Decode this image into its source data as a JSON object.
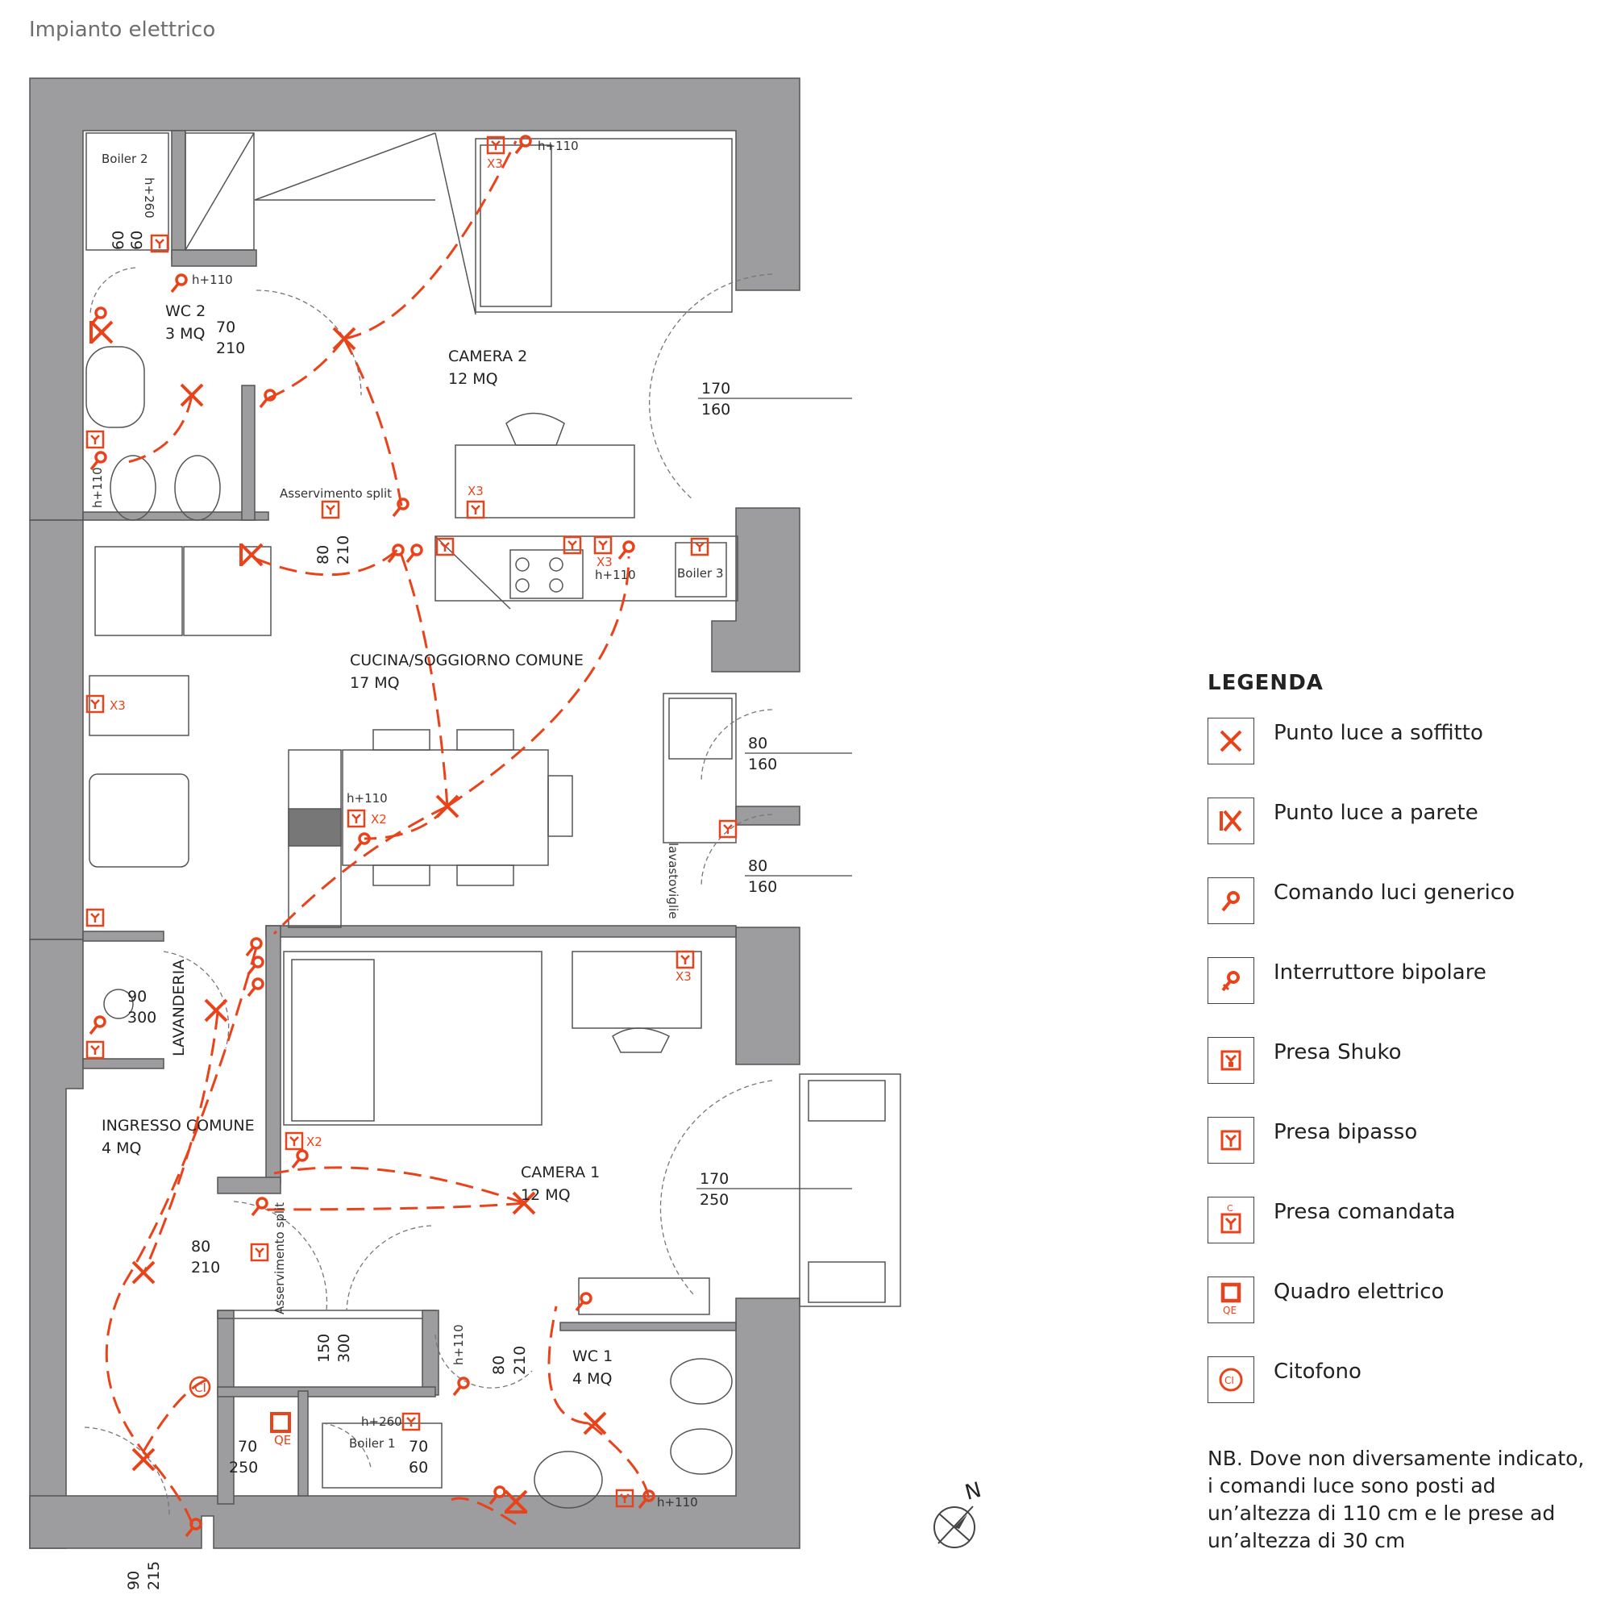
{
  "title": "Impianto elettrico",
  "rooms": {
    "wc2": {
      "name": "WC 2",
      "area": "3 MQ"
    },
    "camera2": {
      "name": "CAMERA 2",
      "area": "12 MQ"
    },
    "cucina": {
      "name": "CUCINA/SOGGIORNO COMUNE",
      "area": "17 MQ"
    },
    "lavanderia": {
      "name": "LAVANDERIA"
    },
    "ingresso": {
      "name": "INGRESSO COMUNE",
      "area": "4 MQ"
    },
    "camera1": {
      "name": "CAMERA 1",
      "area": "12 MQ"
    },
    "wc1": {
      "name": "WC 1",
      "area": "4 MQ"
    }
  },
  "fixtures": {
    "boiler1": "Boiler  1",
    "boiler2": "Boiler  2",
    "boiler3": "Boiler  3",
    "asservimento_top": "Asservimento split",
    "asservimento_bottom": "Asservimento split",
    "lavastoviglie": "lavastoviglie"
  },
  "heights": {
    "h110": "h+110",
    "h260": "h+260"
  },
  "multipliers": {
    "x2": "X2",
    "x3": "X3"
  },
  "door_dims": {
    "wc2_door": [
      "70",
      "210"
    ],
    "wc2_side": [
      "60",
      "60"
    ],
    "camera2_door": [
      "80",
      "210"
    ],
    "camera2_window": [
      "170",
      "160"
    ],
    "kitchen_window1": [
      "80",
      "160"
    ],
    "kitchen_window2": [
      "80",
      "160"
    ],
    "lavanderia_door": [
      "90",
      "300"
    ],
    "camera1_door": [
      "80",
      "210"
    ],
    "camera1_window": [
      "170",
      "250"
    ],
    "closet": [
      "150",
      "300"
    ],
    "wc1_door": [
      "80",
      "210"
    ],
    "entrance_inner": [
      "70",
      "250"
    ],
    "boiler1_door": [
      "70",
      "60"
    ],
    "entrance_door": [
      "90",
      "215"
    ]
  },
  "symbols": {
    "qe": "QE",
    "ci": "CI",
    "c": "C",
    "north": "N"
  },
  "legend": {
    "title": "LEGENDA",
    "items": [
      {
        "icon": "ceiling-light",
        "label": "Punto luce a soffitto"
      },
      {
        "icon": "wall-light",
        "label": "Punto luce a parete"
      },
      {
        "icon": "light-switch",
        "label": "Comando luci generico"
      },
      {
        "icon": "bipolar-switch",
        "label": "Interruttore bipolare"
      },
      {
        "icon": "schuko-socket",
        "label": "Presa Shuko"
      },
      {
        "icon": "bypass-socket",
        "label": "Presa bipasso"
      },
      {
        "icon": "controlled-socket",
        "label": "Presa comandata"
      },
      {
        "icon": "electric-panel",
        "label": "Quadro elettrico"
      },
      {
        "icon": "intercom",
        "label": "Citofono"
      }
    ],
    "note": "NB. Dove non diversamente indicato, i comandi luce sono posti ad un’altezza di 110 cm e le prese ad un’altezza di 30 cm"
  },
  "colors": {
    "accent": "#e8431b",
    "wall": "#9d9d9f",
    "line": "#3a3a3a"
  }
}
